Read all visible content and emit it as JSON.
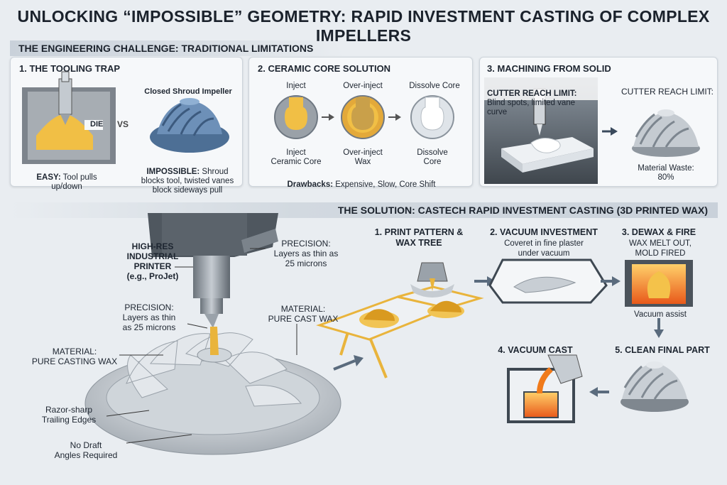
{
  "title": "UNLOCKING “IMPOSSIBLE” GEOMETRY: RAPID INVESTMENT CASTING OF COMPLEX IMPELLERS",
  "challenge": {
    "header": "THE ENGINEERING CHALLENGE: TRADITIONAL LIMITATIONS",
    "tooling": {
      "title": "1. THE TOOLING TRAP",
      "die_label": "DIE",
      "vs": "VS",
      "closed_label": "Closed Shroud Impeller",
      "easy_bold": "EASY:",
      "easy_text": " Tool pulls up/down",
      "impossible_bold": "IMPOSSIBLE:",
      "impossible_text": " Shroud blocks tool, twisted vanes block sideways pull"
    },
    "ceramic": {
      "title": "2. CERAMIC CORE SOLUTION",
      "top_labels": [
        "Inject",
        "Over-inject",
        "Dissolve Core"
      ],
      "bottom_labels": [
        "Inject\nCeramic Core",
        "Over-inject\nWax",
        "Dissolve\nCore"
      ],
      "drawbacks_bold": "Drawbacks:",
      "drawbacks_text": " Expensive, Slow, Core Shift"
    },
    "machining": {
      "title": "3. MACHINING FROM SOLID",
      "overlay_bold": "CUTTER REACH LIMIT:",
      "overlay_text": "Blind spots, limited vane curve",
      "right_label": "CUTTER REACH LIMIT:",
      "waste": "Material Waste:\n80%"
    }
  },
  "solution": {
    "header": "THE SOLUTION: CASTECH RAPID INVESTMENT CASTING (3D PRINTED WAX)",
    "printer_label": "HIGH-RES\nINDUSTRIAL\nPRINTER\n(e.g., ProJet)",
    "precision_left": "PRECISION:\nLayers as thin\nas 25 microns",
    "precision_right": "PRECISION:\nLayers as thin as\n25 microns",
    "material_left": "MATERIAL:\nPURE CASTING WAX",
    "material_right": "MATERIAL:\nPURE CAST WAX",
    "razor": "Razor-sharp\nTrailing Edges",
    "no_draft": "No Draft\nAngles Required",
    "steps": {
      "s1": "1. PRINT PATTERN &\nWAX TREE",
      "s2": "2. VACUUM INVESTMENT",
      "s2_sub": "Coveret in fine plaster\nunder vacuum",
      "s3": "3. DEWAX & FIRE",
      "s3_sub": "WAX MELT OUT,\nMOLD FIRED",
      "s3_note": "Vacuum assist",
      "s4": "4. VACUUM CAST",
      "s5": "5. CLEAN FINAL PART"
    }
  },
  "colors": {
    "wax": "#e9b43c",
    "metal": "#b7bec6",
    "dark_metal": "#6f7882",
    "blue": "#5b7fa6",
    "molten": "#f07a1a"
  }
}
